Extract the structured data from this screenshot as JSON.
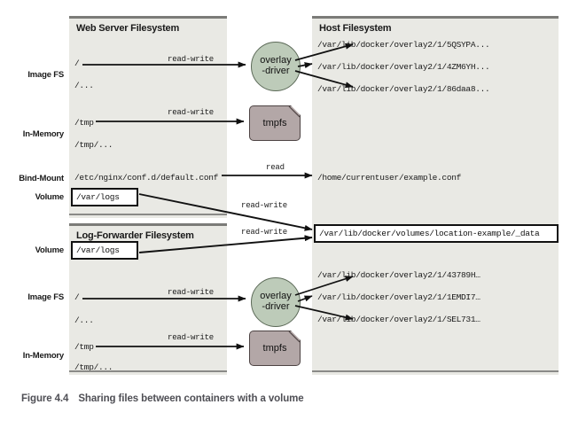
{
  "figure": {
    "caption_number": "Figure 4.4",
    "caption_text": "Sharing files between containers with a volume"
  },
  "panels": {
    "web_server": {
      "title": "Web Server Filesystem"
    },
    "log_forwarder": {
      "title": "Log-Forwarder Filesystem"
    },
    "host": {
      "title": "Host Filesystem"
    }
  },
  "web_server_rows": {
    "image_fs": {
      "label": "Image FS",
      "path_root": "/",
      "path_children": "/...",
      "edge_label": "read-write"
    },
    "in_memory": {
      "label": "In-Memory",
      "path_root": "/tmp",
      "path_children": "/tmp/...",
      "edge_label": "read-write"
    },
    "bind_mount": {
      "label": "Bind-Mount",
      "path": "/etc/nginx/conf.d/default.conf",
      "edge_label": "read",
      "target": "/home/currentuser/example.conf"
    },
    "volume": {
      "label": "Volume",
      "path": "/var/logs",
      "edge_label": "read-write"
    }
  },
  "log_forwarder_rows": {
    "volume": {
      "label": "Volume",
      "path": "/var/logs",
      "edge_label": "read-write"
    },
    "image_fs": {
      "label": "Image FS",
      "path_root": "/",
      "path_children": "/...",
      "edge_label": "read-write"
    },
    "in_memory": {
      "label": "In-Memory",
      "path_root": "/tmp",
      "path_children": "/tmp/...",
      "edge_label": "read-write"
    }
  },
  "nodes": {
    "overlay_driver_top": {
      "line1": "overlay",
      "line2": "-driver"
    },
    "overlay_driver_bottom": {
      "line1": "overlay",
      "line2": "-driver"
    },
    "tmpfs_top": {
      "label": "tmpfs"
    },
    "tmpfs_bottom": {
      "label": "tmpfs"
    }
  },
  "host_paths": {
    "web_overlay": [
      "/var/lib/docker/overlay2/1/5QSYPA...",
      "/var/lib/docker/overlay2/1/4ZM6YH...",
      "/var/lib/docker/overlay2/1/86daa8..."
    ],
    "bind_mount_target": "/home/currentuser/example.conf",
    "volume_target": "/var/lib/docker/volumes/location-example/_data",
    "logfwd_overlay": [
      "/var/lib/docker/overlay2/1/43789H…",
      "/var/lib/docker/overlay2/1/1EMDI7…",
      "/var/lib/docker/overlay2/1/SEL731…"
    ]
  },
  "colors": {
    "panel_bg": "#e9e9e4",
    "panel_border": "#7b7b78",
    "overlay_node": "#bdcbb9",
    "tmpfs_node": "#b3a7a7",
    "caption": "#4f4f55"
  }
}
